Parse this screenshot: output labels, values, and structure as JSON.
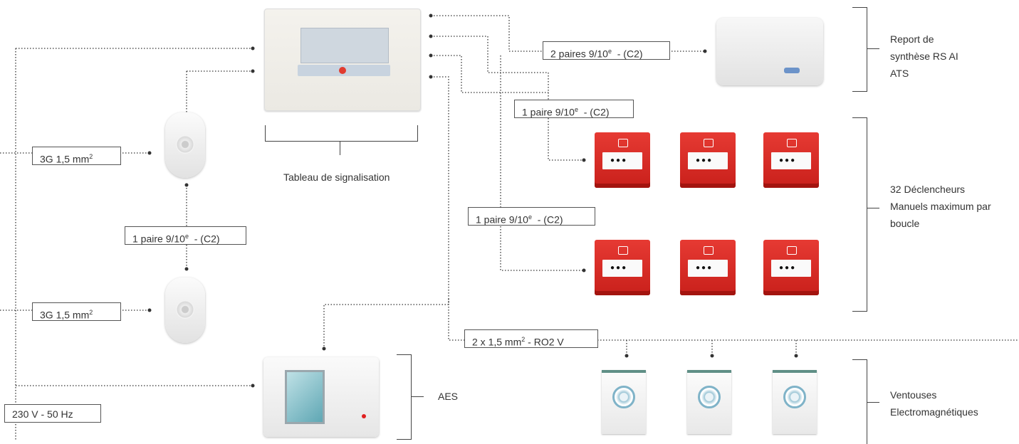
{
  "labels": {
    "tableau": "Tableau de signalisation",
    "report": "Report de synthèse RS AI ATS",
    "declencheurs": "32 Déclencheurs Manuels maximum par boucle",
    "aes": "AES",
    "ventouses": "Ventouses Electromagnétiques"
  },
  "cables": {
    "c1": "2 paires 9/10",
    "c1_sup": "e",
    "c1_tail": "  - (C2)",
    "c2": "1 paire 9/10",
    "c2_sup": "e",
    "c2_tail": "  - (C2)",
    "c3": "1 paire 9/10",
    "c3_sup": "e",
    "c3_tail": "  - (C2)",
    "c4": "1 paire 9/10",
    "c4_sup": "e",
    "c4_tail": "  - (C2)",
    "c5": "3G 1,5 mm",
    "c5_sup": "2",
    "c6": "3G 1,5 mm",
    "c6_sup": "2",
    "c7": "2 x 1,5 mm",
    "c7_sup": "2",
    "c7_tail": " - RO2 V",
    "c8": "230 V - 50 Hz"
  },
  "colors": {
    "call_point": "#d62a24",
    "wire": "#333333"
  }
}
